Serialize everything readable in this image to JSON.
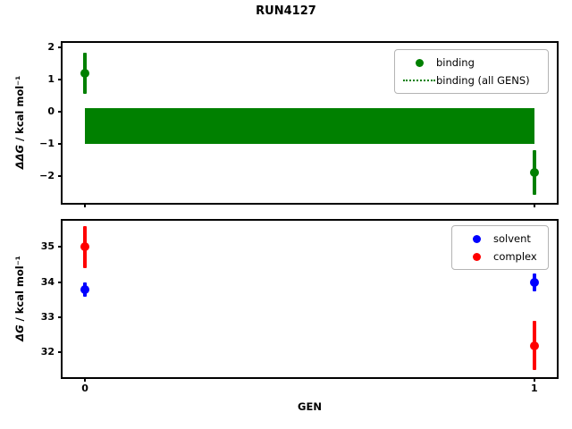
{
  "figure": {
    "title": "RUN4127",
    "background": "#ffffff"
  },
  "chart_data": [
    {
      "id": "ddg",
      "type": "scatter",
      "title": "RUN4127",
      "xlabel": "",
      "ylabel": "ΔΔG / kcal mol⁻¹",
      "ylabel_var": "ΔΔG",
      "ylabel_units": " / kcal mol⁻¹",
      "xlim": [
        -0.05,
        1.05
      ],
      "ylim": [
        -2.85,
        2.15
      ],
      "yticks": [
        2,
        1,
        0,
        -1,
        -2
      ],
      "xticks": [
        0,
        1
      ],
      "show_xticklabels": false,
      "grid": false,
      "series": [
        {
          "name": "binding",
          "color": "#008000",
          "marker": "circle",
          "x": [
            0,
            1
          ],
          "y": [
            1.2,
            -1.9
          ],
          "yerr": [
            0.65,
            0.7
          ]
        }
      ],
      "band": {
        "name": "binding (all GENS)",
        "color": "#008000",
        "line_style": "dotted",
        "x_range": [
          0,
          1
        ],
        "y_center": -0.45,
        "y_top": 0.1,
        "y_bottom": -1.0
      },
      "legend": {
        "position": "upper-right",
        "entries": [
          "binding",
          "binding (all GENS)"
        ]
      }
    },
    {
      "id": "dg",
      "type": "scatter",
      "title": "",
      "xlabel": "GEN",
      "ylabel": "ΔG / kcal mol⁻¹",
      "ylabel_var": "ΔG",
      "ylabel_units": " / kcal mol⁻¹",
      "xlim": [
        -0.05,
        1.05
      ],
      "ylim": [
        31.3,
        35.75
      ],
      "yticks": [
        35,
        34,
        33,
        32
      ],
      "xticks": [
        0,
        1
      ],
      "xticklabels": [
        "0",
        "1"
      ],
      "show_xticklabels": true,
      "grid": false,
      "series": [
        {
          "name": "solvent",
          "color": "#0000ff",
          "marker": "circle",
          "x": [
            0,
            1
          ],
          "y": [
            33.8,
            34.0
          ],
          "yerr": [
            0.2,
            0.25
          ]
        },
        {
          "name": "complex",
          "color": "#ff0000",
          "marker": "circle",
          "x": [
            0,
            1
          ],
          "y": [
            35.0,
            32.2
          ],
          "yerr": [
            0.6,
            0.7
          ]
        }
      ],
      "legend": {
        "position": "upper-right",
        "entries": [
          "solvent",
          "complex"
        ]
      }
    }
  ]
}
